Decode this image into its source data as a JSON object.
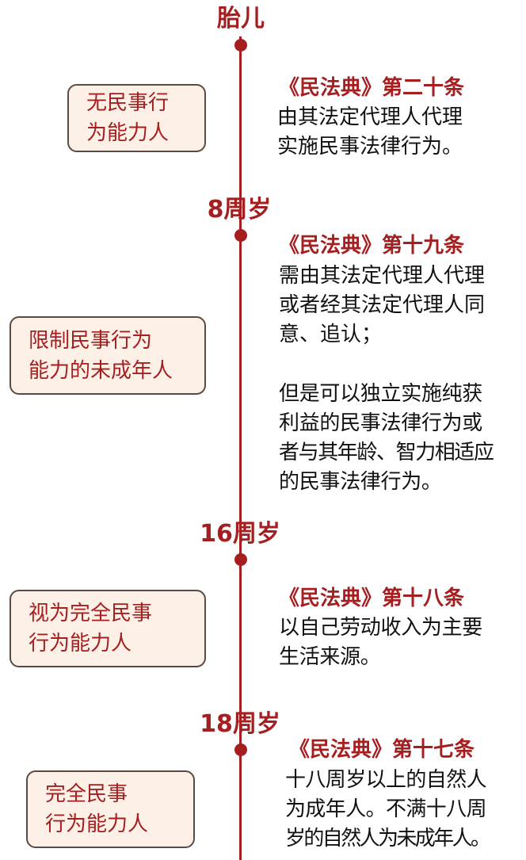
{
  "stages": [
    {
      "label": "胎儿",
      "capacity_lines": [
        "无民事行",
        "为能力人"
      ],
      "article": "《民法典》第二十条",
      "text_lines": [
        "由其法定代理人代理",
        "实施民事法律行为。"
      ]
    },
    {
      "label": "8周岁",
      "capacity_lines": [
        "限制民事行为",
        "能力的未成年人"
      ],
      "article": "《民法典》第十九条",
      "text_lines_a": [
        "需由其法定代理人代理",
        "或者经其法定代理人同",
        "意、追认；"
      ],
      "text_lines_b": [
        "但是可以独立实施纯获",
        "利益的民事法律行为或",
        "者与其年龄、智力相适应",
        "的民事法律行为。"
      ]
    },
    {
      "label": "16周岁",
      "capacity_lines": [
        "视为完全民事",
        "行为能力人"
      ],
      "article": "《民法典》第十八条",
      "text_lines": [
        "以自己劳动收入为主要",
        "生活来源。"
      ]
    },
    {
      "label": "18周岁",
      "capacity_lines": [
        "完全民事",
        "行为能力人"
      ],
      "article": "《民法典》第十七条",
      "text_lines": [
        "十八周岁以上的自然人",
        "为成年人。不满十八周",
        "岁的自然人为未成年人。"
      ]
    }
  ],
  "colors": {
    "accent": "#a51f20",
    "box_fill": "#fdf1e7",
    "box_border": "#5a4a44"
  }
}
